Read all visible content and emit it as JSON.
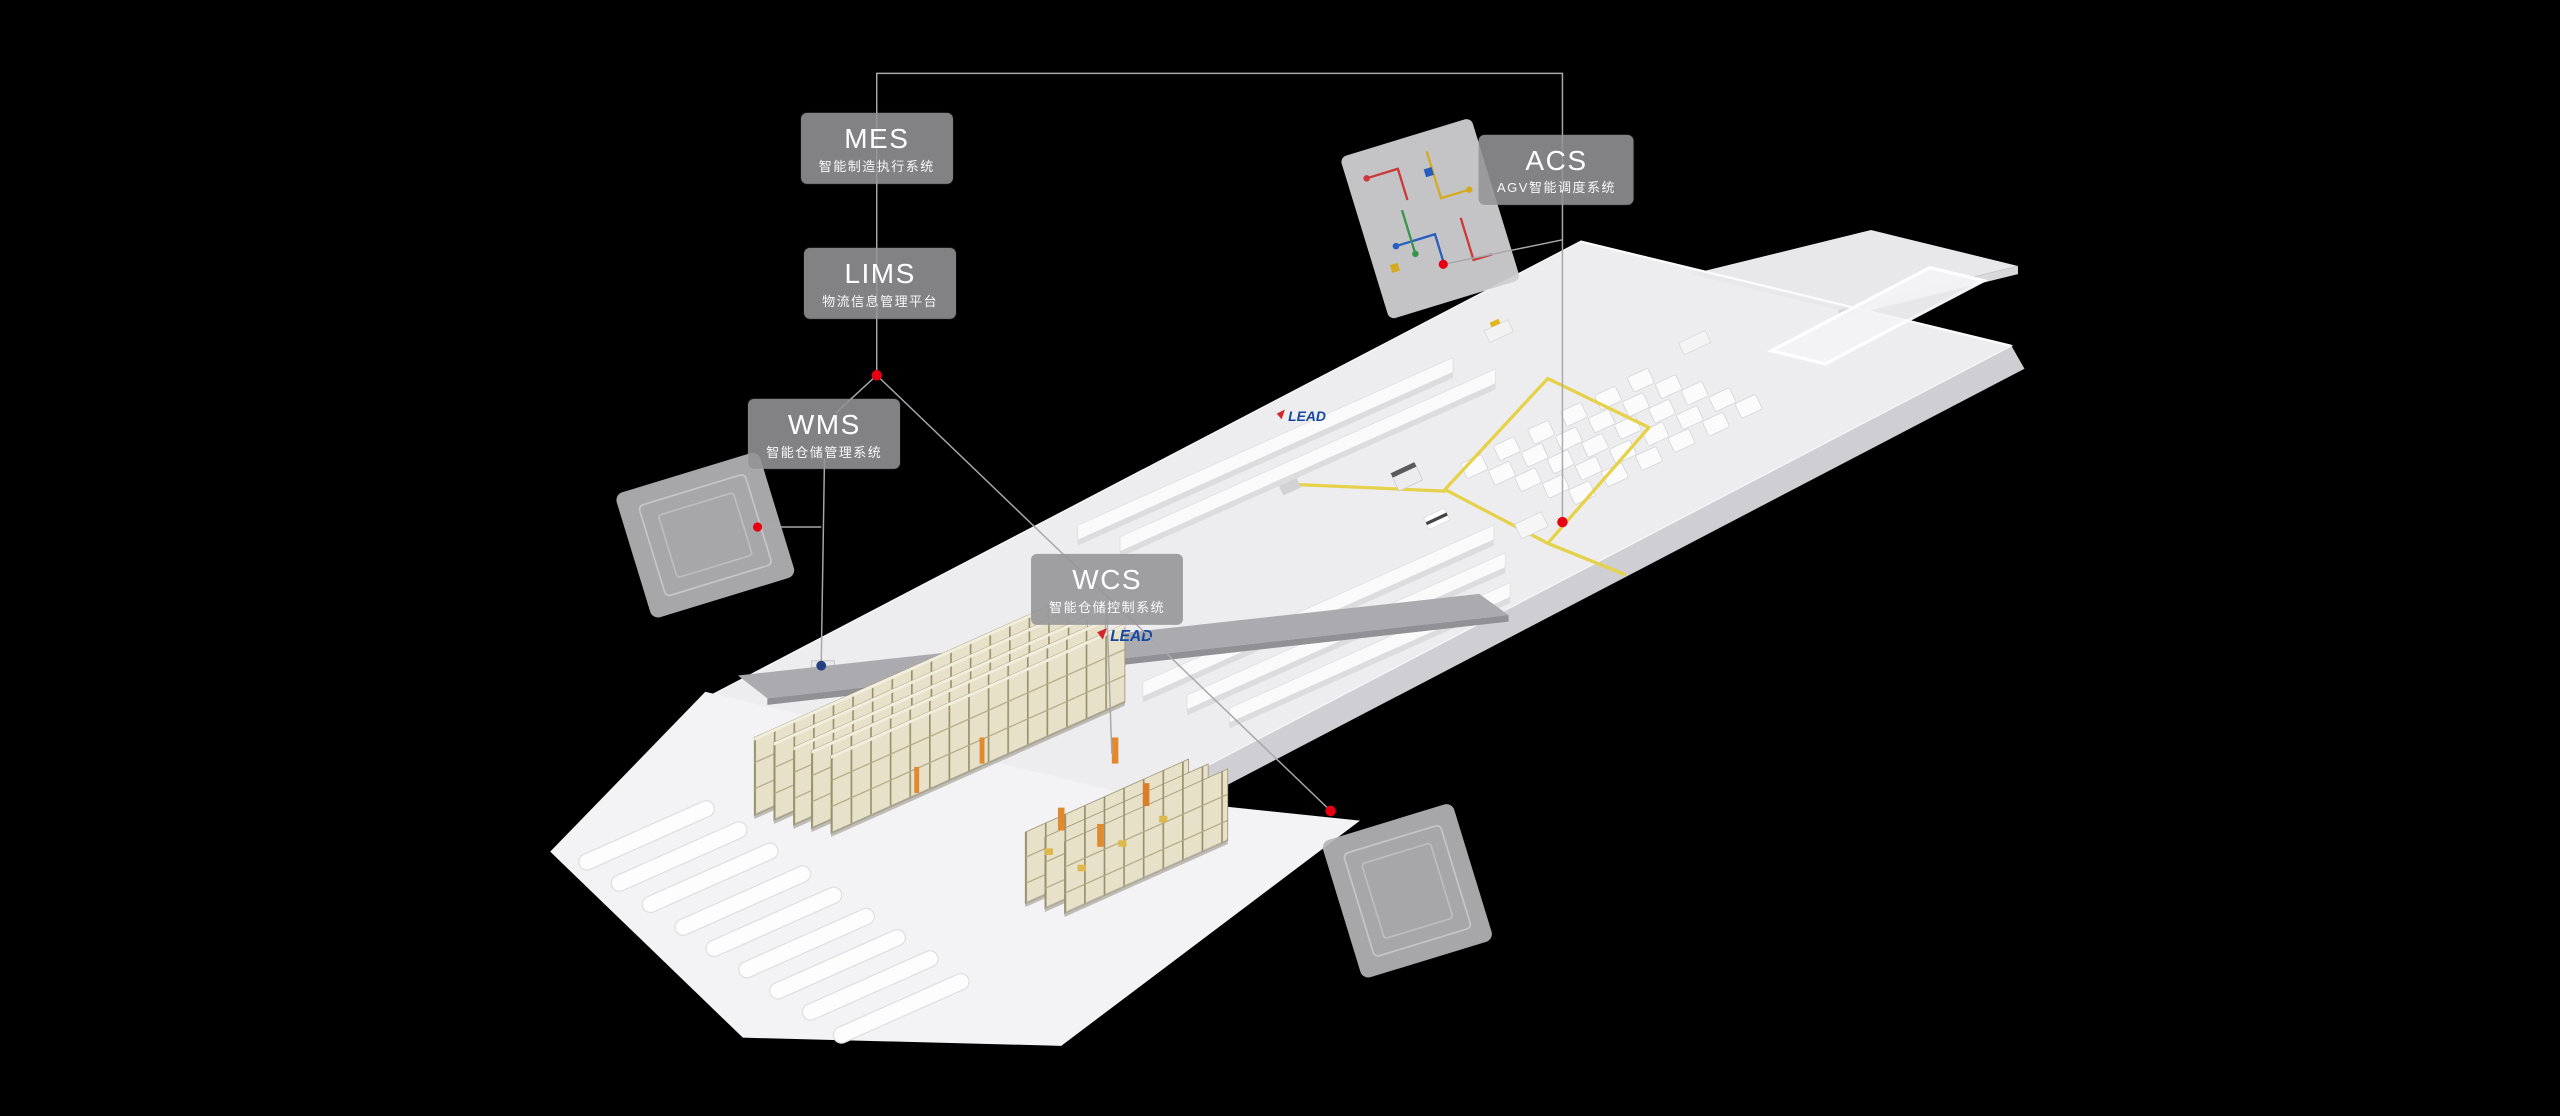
{
  "page": {
    "background": "#000000"
  },
  "diagram": {
    "mes": {
      "title": "MES",
      "subtitle": "智能制造执行系统"
    },
    "lims": {
      "title": "LIMS",
      "subtitle": "物流信息管理平台"
    },
    "wms": {
      "title": "WMS",
      "subtitle": "智能仓储管理系统"
    },
    "wcs": {
      "title": "WCS",
      "subtitle": "智能仓储控制系统"
    },
    "acs": {
      "title": "ACS",
      "subtitle": "AGV智能调度系统"
    }
  },
  "brand": {
    "logo_text": "LEAD"
  },
  "colors": {
    "node_red": "#e60012",
    "node_blue": "#23407f",
    "path_yellow": "#e6d24a",
    "logo_blue": "#15489f",
    "label_bg": "#949497",
    "connector_gray": "#a8a8ab"
  }
}
